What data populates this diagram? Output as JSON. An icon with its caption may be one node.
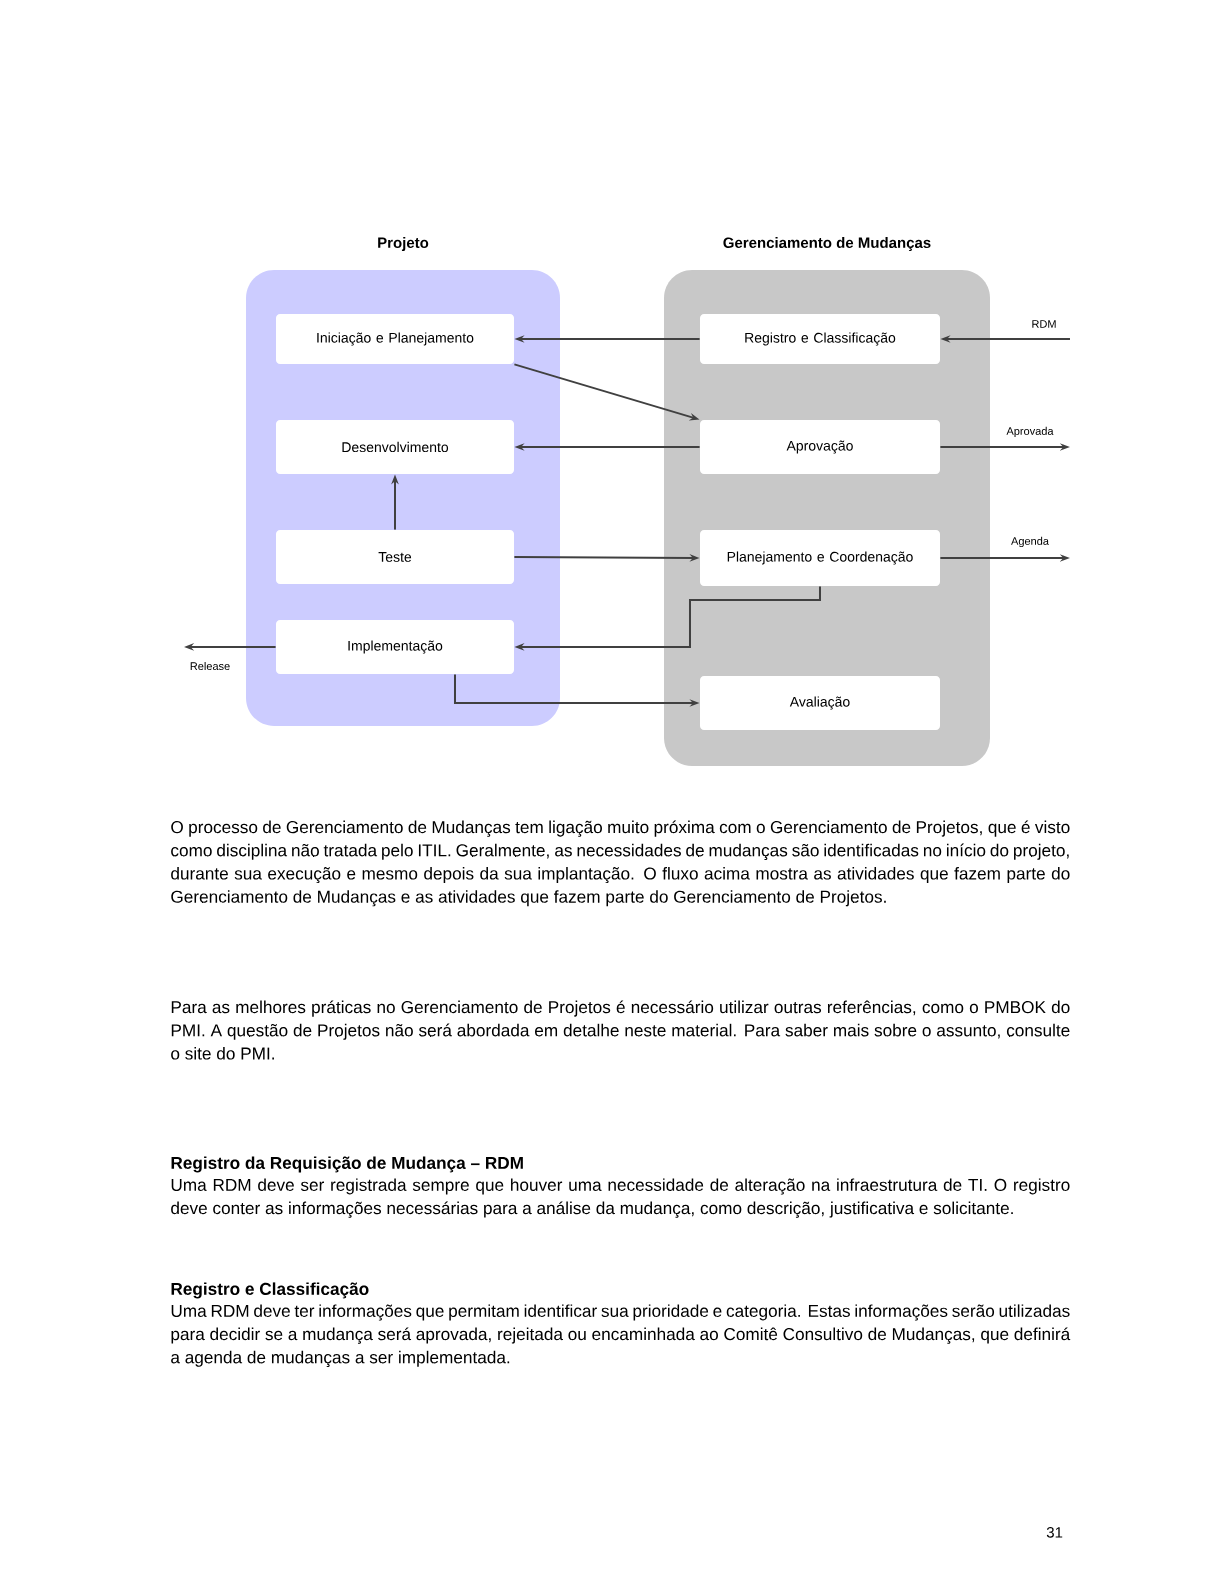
{
  "diagram": {
    "nodes": [
      {
        "text": [
          "Projeto"
        ]
      },
      {
        "text": [
          "Iniciação e Planejamento"
        ],
        "in": 0
      },
      {
        "text": [
          "Desenvolvimento"
        ],
        "in": 0
      },
      {
        "text": [
          "Teste"
        ],
        "in": 0
      },
      {
        "text": [
          "Implementação"
        ],
        "in": 0
      },
      {
        "text": [
          "Gerenciamento de Mudanças"
        ]
      },
      {
        "text": [
          "Registro e Classificação"
        ],
        "in": 5
      },
      {
        "text": [
          "Aprovação"
        ],
        "in": 5
      },
      {
        "text": [
          "Planejamento e Coordenação"
        ],
        "in": 5
      },
      {
        "text": [
          "Avaliação"
        ],
        "in": 5
      }
    ],
    "edges": [
      {
        "from": 6,
        "to": 1,
        "arrow": "to"
      },
      {
        "from": 1,
        "to": 7,
        "arrow": "to"
      },
      {
        "from": 7,
        "to": 2,
        "arrow": "to"
      },
      {
        "from": 3,
        "to": 2,
        "arrow": "to"
      },
      {
        "from": 3,
        "to": 8,
        "arrow": "to"
      },
      {
        "from": 8,
        "to": 4,
        "arrow": "to"
      },
      {
        "from": 4,
        "to": 9,
        "arrow": "to"
      },
      {
        "from": 4,
        "to": null,
        "arrow": "to",
        "label": "Release"
      },
      {
        "from": null,
        "to": 6,
        "arrow": "to",
        "label": "RDM"
      },
      {
        "from": 7,
        "to": null,
        "arrow": "to",
        "label": "Aprovada"
      },
      {
        "from": 8,
        "to": null,
        "arrow": "to",
        "label": "Agenda"
      }
    ],
    "labels": [
      "O processo de Gerenciamento de Mudanças tem ligação muito próxima com o Gerenciamento de Projetos, que é visto como disciplina não tratada pelo ITIL. Geralmente, as necessidades de mudanças são identificadas no início do projeto, durante sua execução e mesmo depois da sua implantação. O fluxo acima mostra as atividades que fazem parte do Gerenciamento de Mudanças e as atividades que fazem parte do Gerenciamento de Projetos.",
      "Para as melhores práticas no Gerenciamento de Projetos é necessário utilizar outras referências, como o PMBOK do PMI. A questão de Projetos não será abordada em detalhe neste material. Para saber mais sobre o assunto, consulte o site do PMI.",
      "Registro da Requisição de Mudança – RDM",
      "Uma RDM deve ser registrada sempre que houver uma necessidade de alteração na infraestrutura de TI. O registro deve conter as informações necessárias para a análise da mudança, como descrição, justificativa e solicitante.",
      "Registro e Classificação",
      "Uma RDM deve ter informações que permitam identificar sua prioridade e categoria. Estas informações serão utilizadas para decidir se a mudança será aprovada, rejeitada ou encaminhada ao Comitê Consultivo de Mudanças, que definirá a agenda de mudanças a ser implementada.",
      "31"
    ]
  }
}
